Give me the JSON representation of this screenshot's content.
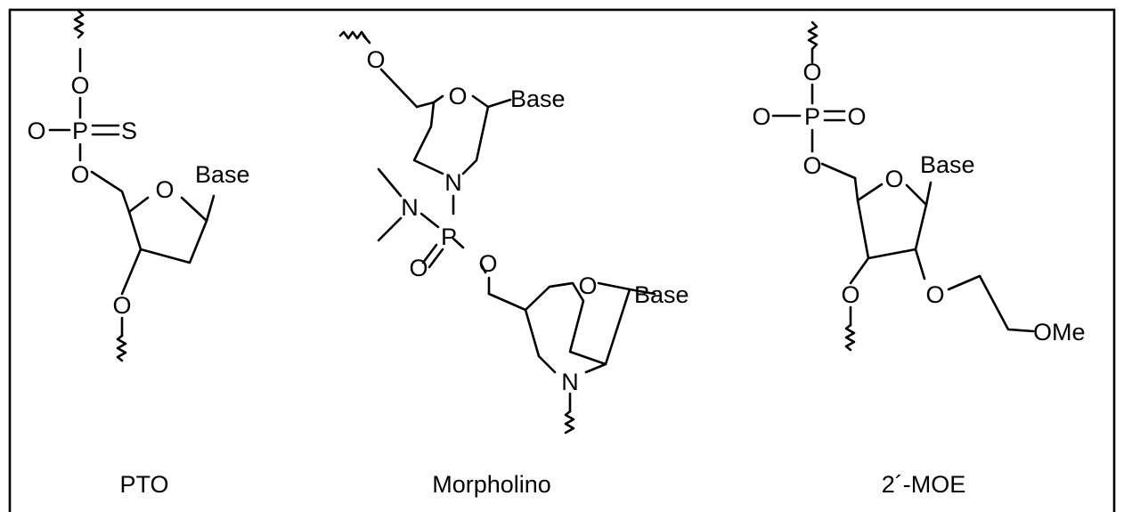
{
  "structures": [
    {
      "id": "pto",
      "caption": "PTO",
      "atoms": {
        "o_top": "O",
        "p": "P",
        "o_left": "O",
        "s": "S",
        "o_link": "O",
        "o_ring": "O",
        "base": "Base",
        "o_3": "O"
      }
    },
    {
      "id": "morpholino",
      "caption": "Morpholino",
      "atoms": {
        "o_top": "O",
        "o_ring1": "O",
        "base1": "Base",
        "n_ring1": "N",
        "n_dm": "N",
        "p": "P",
        "o_p": "O",
        "o_dbl": "O",
        "o_ring2": "O",
        "base2": "Base",
        "n_ring2": "N"
      }
    },
    {
      "id": "moe",
      "caption": "2´-MOE",
      "atoms": {
        "o_top": "O",
        "o_left": "O",
        "p": "P",
        "o_right": "O",
        "o_link": "O",
        "o_ring": "O",
        "base": "Base",
        "o_3": "O",
        "o_2": "O",
        "ome": "OMe"
      }
    }
  ]
}
